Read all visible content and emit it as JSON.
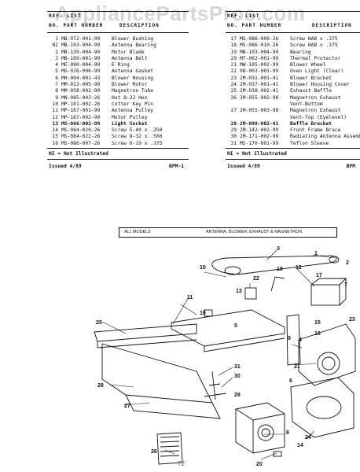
{
  "watermark": "AppliancePartsPros.com",
  "left_table": {
    "header_line1": "REF.      LIST",
    "header_line2": "NO.  PART NUMBER",
    "header_desc": "DESCRIPTION",
    "rows": [
      {
        "no": "1",
        "part": "MB-072-001-99",
        "desc": "Blower Bushing",
        "bold": false
      },
      {
        "no": "NI",
        "part": "MB-103-004-99",
        "desc": "Antenna Bearing",
        "bold": false
      },
      {
        "no": "2",
        "part": "MB-139-004-99",
        "desc": "Motor Blade",
        "bold": false
      },
      {
        "no": "3",
        "part": "MB-169-001-99",
        "desc": "Antenna Belt",
        "bold": false
      },
      {
        "no": "4",
        "part": "ME-090-004-99",
        "desc": "E Ring",
        "bold": false
      },
      {
        "no": "5",
        "part": "MG-026-006-99",
        "desc": "Antenna Gasket",
        "bold": false
      },
      {
        "no": "6",
        "part": "MH-004-001-43",
        "desc": "Blower Housing",
        "bold": false
      },
      {
        "no": "7",
        "part": "MM-023-005-99",
        "desc": "Blower Motor",
        "bold": false
      },
      {
        "no": "8",
        "part": "MM-058-002-99",
        "desc": "Magnetron Tube",
        "bold": false
      },
      {
        "no": "9",
        "part": "MN-085-003-26",
        "desc": "Nut 8-32 Hex",
        "bold": false
      },
      {
        "no": "10",
        "part": "MP-101-002-26",
        "desc": "Cotter Key Pin",
        "bold": false
      },
      {
        "no": "11",
        "part": "MP-167-001-99",
        "desc": "Antenna Pulley",
        "bold": false
      },
      {
        "no": "12",
        "part": "MP-167-002-99",
        "desc": "Motor Pulley",
        "bold": false
      },
      {
        "no": "13",
        "part": "MS-066-002-99",
        "desc": "Light Socket",
        "bold": true
      },
      {
        "no": "14",
        "part": "MS-084-020-26",
        "desc": "Screw 5-40 x .250",
        "bold": false
      },
      {
        "no": "15",
        "part": "MS-084-022-26",
        "desc": "Screw 8-32 x .500",
        "bold": false
      },
      {
        "no": "16",
        "part": "MS-086-007-26",
        "desc": "Screw 6-19 x .375",
        "bold": false
      }
    ],
    "note": "NI = Not Illustrated",
    "issued": "Issued 4/89",
    "code": "BPM-1"
  },
  "right_table": {
    "header_line1": "REF.      LIST",
    "header_line2": "NO.  PART NUMBER",
    "header_desc": "DESCRIPTION",
    "rows": [
      {
        "no": "17",
        "part": "MS-086-009-26",
        "desc": "Screw 8AB x .375",
        "bold": false
      },
      {
        "no": "18",
        "part": "MS-086-010-26",
        "desc": "Screw 6AB x .375",
        "bold": false
      },
      {
        "no": "19",
        "part": "MB-103-004-99",
        "desc": "Bearing",
        "bold": false
      },
      {
        "no": "20",
        "part": "MT-062-001-99",
        "desc": "Thermal Protector",
        "bold": false
      },
      {
        "no": "21",
        "part": "MW-105-002-99",
        "desc": "Blower Wheel",
        "bold": false
      },
      {
        "no": "22",
        "part": "0B-003-003-99",
        "desc": "Oven Light (Clear)",
        "bold": false
      },
      {
        "no": "23",
        "part": "2M-031-001-41",
        "desc": "Blower Bracket",
        "bold": false
      },
      {
        "no": "24",
        "part": "2M-037-001-41",
        "desc": "Blower Housing Cover",
        "bold": false
      },
      {
        "no": "25",
        "part": "2M-038-002-41",
        "desc": "Exhaust Baffle",
        "bold": false
      },
      {
        "no": "26",
        "part": "2M-055-002-98",
        "desc": "Magnetron Exhaust",
        "bold": false
      },
      {
        "no": "",
        "part": "",
        "desc": "Vent-Bottom",
        "bold": false
      },
      {
        "no": "27",
        "part": "2M-055-003-98",
        "desc": "Magnetron Exhaust",
        "bold": false
      },
      {
        "no": "",
        "part": "",
        "desc": "Vent-Top (Eyelevel)",
        "bold": false
      },
      {
        "no": "28",
        "part": "2M-098-002-41",
        "desc": "Baffle Bracket",
        "bold": true
      },
      {
        "no": "29",
        "part": "2M-142-002-99",
        "desc": "Front Frame Brace",
        "bold": false
      },
      {
        "no": "30",
        "part": "2M-171-002-99",
        "desc": "Radiating Antenna Assemb",
        "bold": false
      },
      {
        "no": "31",
        "part": "MS-170-001-99",
        "desc": "Teflon Sleeve",
        "bold": false
      }
    ],
    "note": "NI = Not Illustrated",
    "issued": "Issued 4/89",
    "code": "BPM"
  },
  "diagram": {
    "label_left": "ALL MODELS",
    "label_right": "ANTENNA, BLOWER, EXHAUST & MAGNETRON",
    "callouts": [
      "1",
      "2",
      "3",
      "4",
      "5",
      "6",
      "7",
      "8",
      "9",
      "10",
      "11",
      "12",
      "13",
      "14",
      "15",
      "16",
      "17",
      "18",
      "19",
      "20",
      "21",
      "22",
      "23",
      "24",
      "25",
      "26",
      "27",
      "28",
      "29",
      "30",
      "31"
    ]
  },
  "page_number": "72"
}
